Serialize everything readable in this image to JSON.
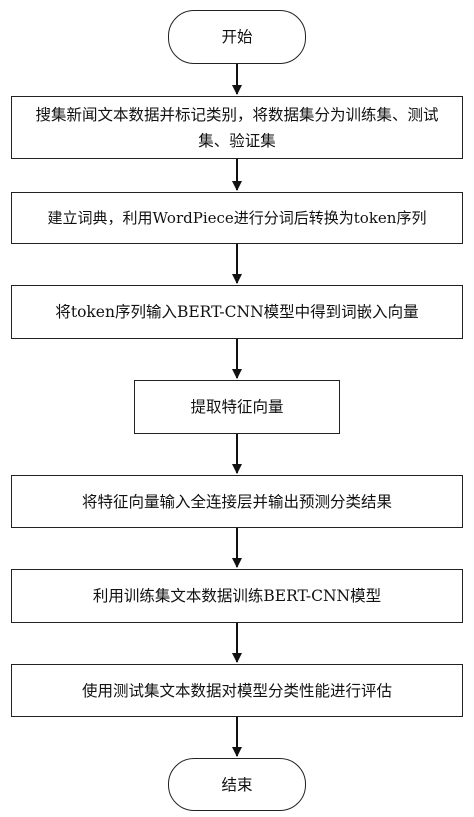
{
  "flowchart": {
    "start": "开始",
    "steps": [
      "搜集新闻文本数据并标记类别，将数据集分为训练集、测试集、验证集",
      "建立词典，利用WordPiece进行分词后转换为token序列",
      "将token序列输入BERT-CNN模型中得到词嵌入向量",
      "提取特征向量",
      "将特征向量输入全连接层并输出预测分类结果",
      "利用训练集文本数据训练BERT-CNN模型",
      "使用测试集文本数据对模型分类性能进行评估"
    ],
    "end": "结束"
  }
}
